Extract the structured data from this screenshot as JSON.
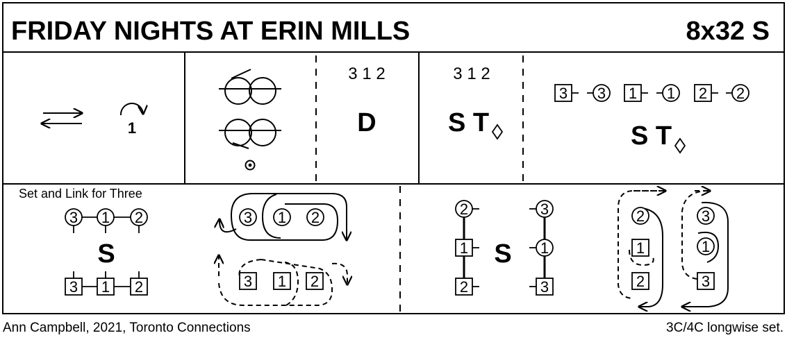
{
  "title": "FRIDAY NIGHTS AT ERIN MILLS",
  "format": "8x32 S",
  "row1": {
    "twirl_number": "1",
    "cell3_order": "3 1 2",
    "cell3_figure": "D",
    "cell4_order": "3 1 2",
    "cell4_figure": "S T",
    "cell5_pos": [
      "3",
      "3",
      "1",
      "1",
      "2",
      "2"
    ],
    "cell5_figure": "S T"
  },
  "row2": {
    "link_label": "Set and Link for Three",
    "link_top": [
      "3",
      "1",
      "2"
    ],
    "link_figure": "S",
    "link_bottom": [
      "3",
      "1",
      "2"
    ],
    "reel_top": [
      "3",
      "1",
      "2"
    ],
    "reel_bottom": [
      "3",
      "1",
      "2"
    ],
    "columns_left": [
      "2",
      "1",
      "2"
    ],
    "columns_figure": "S",
    "columns_right": [
      "3",
      "1",
      "3"
    ],
    "final_left": [
      "2",
      "1",
      "2"
    ],
    "final_right": [
      "3",
      "1",
      "3"
    ]
  },
  "footer": {
    "left": "Ann Campbell, 2021, Toronto Connections",
    "right": "3C/4C longwise set."
  }
}
